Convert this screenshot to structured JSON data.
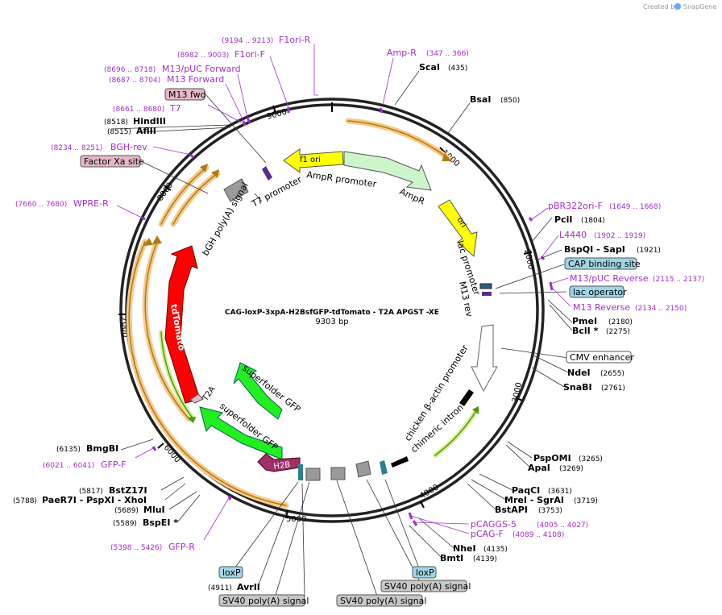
{
  "map": {
    "title": "CAG-loxP-3xpA-H2BsfGFP-tdTomato - T2A APGST -XE",
    "length": "9303 bp",
    "watermark_created": "Created by",
    "watermark_brand": "SnapGene"
  },
  "ticks": [
    "1000",
    "2000",
    "3000",
    "4000",
    "5000",
    "6000",
    "7000",
    "8000",
    "9000"
  ],
  "sites": [
    {
      "name": "ScaI",
      "pos": "(435)"
    },
    {
      "name": "BsaI",
      "pos": "(850)"
    },
    {
      "name": "PciI",
      "pos": "(1804)"
    },
    {
      "name": "BspQI  - SapI",
      "pos": "(1921)"
    },
    {
      "name": "PmeI",
      "pos": "(2180)"
    },
    {
      "name": "BclI *",
      "pos": "(2275)"
    },
    {
      "name": "NdeI",
      "pos": "(2655)"
    },
    {
      "name": "SnaBI",
      "pos": "(2761)"
    },
    {
      "name": "PspOMI",
      "pos": "(3265)"
    },
    {
      "name": "ApaI",
      "pos": "(3269)"
    },
    {
      "name": "PaqCI",
      "pos": "(3631)"
    },
    {
      "name": "MreI  - SgrAI",
      "pos": "(3719)"
    },
    {
      "name": "BstAPI",
      "pos": "(3753)"
    },
    {
      "name": "NheI",
      "pos": "(4135)"
    },
    {
      "name": "BmtI",
      "pos": "(4139)"
    },
    {
      "name": "AvrII",
      "pos": "(4911)"
    },
    {
      "name": "BspEI *",
      "pos": "(5589)"
    },
    {
      "name": "MluI",
      "pos": "(5689)"
    },
    {
      "name": "PaeR7I  - PspXI  - XhoI",
      "pos": "(5788)"
    },
    {
      "name": "BstZ17I",
      "pos": "(5817)"
    },
    {
      "name": "BmgBI",
      "pos": "(6135)"
    },
    {
      "name": "AflII",
      "pos": "(8515)"
    },
    {
      "name": "HindIII",
      "pos": "(8518)"
    }
  ],
  "primers": [
    {
      "name": "F1ori-R",
      "pos": "(9194 .. 9213)"
    },
    {
      "name": "F1ori-F",
      "pos": "(8982 .. 9003)"
    },
    {
      "name": "M13/pUC Forward",
      "pos": "(8696 .. 8718)"
    },
    {
      "name": "M13 Forward",
      "pos": "(8687 .. 8704)"
    },
    {
      "name": "T7",
      "pos": "(8661 .. 8680)"
    },
    {
      "name": "BGH-rev",
      "pos": "(8234 .. 8251)"
    },
    {
      "name": "WPRE-R",
      "pos": "(7660 .. 7680)"
    },
    {
      "name": "GFP-F",
      "pos": "(6021 .. 6041)"
    },
    {
      "name": "GFP-R",
      "pos": "(5398 .. 5426)"
    },
    {
      "name": "Amp-R",
      "pos": "(347 .. 366)"
    },
    {
      "name": "pBR322ori-F",
      "pos": "(1649 .. 1668)"
    },
    {
      "name": "L4440",
      "pos": "(1902 .. 1919)"
    },
    {
      "name": "M13/pUC Reverse",
      "pos": "(2115 .. 2137)"
    },
    {
      "name": "M13 Reverse",
      "pos": "(2134 .. 2150)"
    },
    {
      "name": "pCAGGS-5",
      "pos": "(4005 .. 4027)"
    },
    {
      "name": "pCAG-F",
      "pos": "(4089 .. 4108)"
    }
  ],
  "boxes": {
    "m13fwd": "M13 fwd",
    "factorxa": "Factor Xa site",
    "cap": "CAP binding site",
    "lacop": "lac operator",
    "cmv": "CMV enhancer",
    "loxp1": "loxP",
    "loxp2": "loxP",
    "sv40a": "SV40 poly(A) signal",
    "sv40b": "SV40 poly(A) signal",
    "sv40c": "SV40 poly(A) signal"
  },
  "features": {
    "f1ori": "f1 ori",
    "amppromoter": "AmpR promoter",
    "ampr": "AmpR",
    "ori": "ori",
    "lacpromoter": "lac promoter",
    "m13rev": "M13 rev",
    "t7promoter": "T7 promoter",
    "bgh": "bGH poly(A) signal",
    "tdtomato": "tdTomato",
    "t2a": "T2A",
    "sfgfp1": "superfolder GFP",
    "sfgfp2": "superfolder GFP",
    "h2b": "H2B",
    "chickenactin": "chicken β-actin promoter",
    "chimericintron": "chimeric intron"
  },
  "colors": {
    "backbone": "#222222",
    "primer": "#a030c8",
    "f1ori": "#ffff00",
    "ampr": "#ccf5cc",
    "tdtomato": "#ff0000",
    "sfgfp": "#22ee22",
    "h2b": "#a0306a",
    "orange_band": "#f6c98a",
    "box_blue": "#9fd6e6",
    "box_pink": "#e6b8c6",
    "box_gray": "#c8c8c8"
  }
}
